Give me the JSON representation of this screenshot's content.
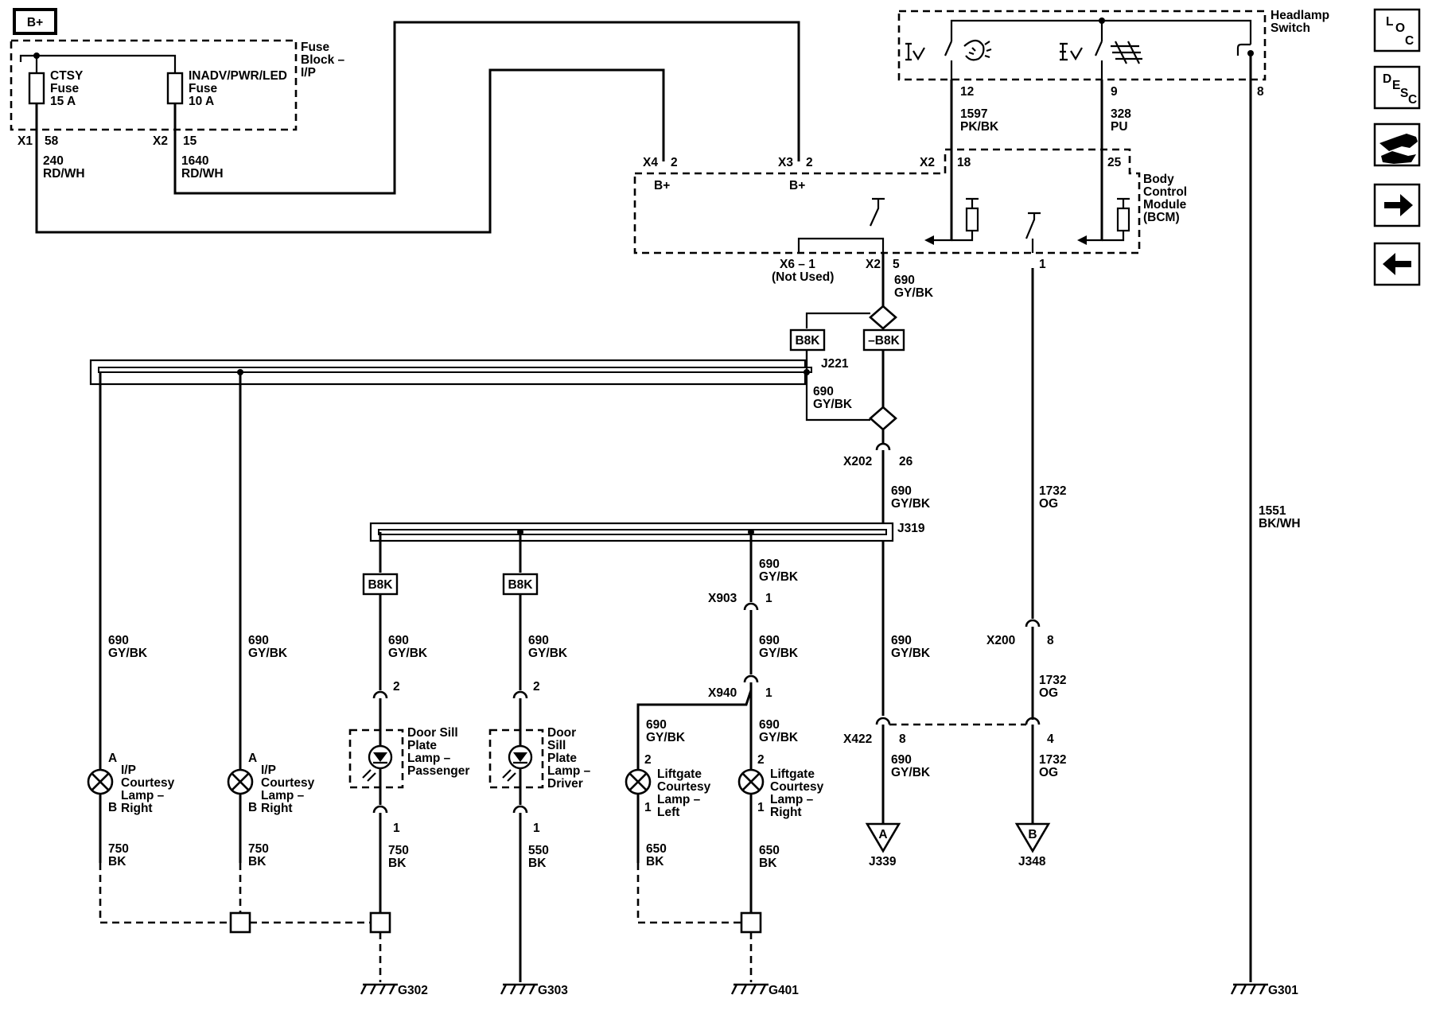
{
  "power": {
    "bplus": "B+"
  },
  "fuse_block": {
    "title": [
      "Fuse",
      "Block –",
      "I/P"
    ],
    "ctsy": [
      "CTSY",
      "Fuse",
      "15 A"
    ],
    "inadv": [
      "INADV/PWR/LED",
      "Fuse",
      "10 A"
    ],
    "x1": "X1",
    "x1_pin": "58",
    "x2": "X2",
    "x2_pin": "15"
  },
  "wires": {
    "w240": [
      "240",
      "RD/WH"
    ],
    "w1640": [
      "1640",
      "RD/WH"
    ],
    "w1597": [
      "1597",
      "PK/BK"
    ],
    "w328": [
      "328",
      "PU"
    ],
    "w1551": [
      "1551",
      "BK/WH"
    ],
    "w690": [
      "690",
      "GY/BK"
    ],
    "w1732": [
      "1732",
      "OG"
    ],
    "w750": [
      "750",
      "BK"
    ],
    "w550": [
      "550",
      "BK"
    ],
    "w650": [
      "650",
      "BK"
    ]
  },
  "headlamp_switch": {
    "title": [
      "Headlamp",
      "Switch"
    ],
    "pin12": "12",
    "pin9": "9",
    "pin8": "8"
  },
  "bcm": {
    "title": [
      "Body",
      "Control",
      "Module",
      "(BCM)"
    ],
    "x4": "X4",
    "x4_pin": "2",
    "x3": "X3",
    "x3_pin": "2",
    "bplus": "B+",
    "x2": "X2",
    "pin18": "18",
    "pin25": "25",
    "x6": "X6 – 1",
    "not_used": "(Not Used)",
    "x2b": "X2",
    "pin5": "5",
    "pin1": "1"
  },
  "splices": {
    "b8k": "B8K",
    "neg_b8k": "–B8K",
    "j221": "J221",
    "j319": "J319"
  },
  "connectors": {
    "x202": "X202",
    "x202_pin": "26",
    "x903": "X903",
    "x903_pin": "1",
    "x940": "X940",
    "x940_pin": "1",
    "x200": "X200",
    "x200_pin": "8",
    "x422": "X422",
    "x422_pin8": "8",
    "x422_pin4": "4"
  },
  "lamps": {
    "ip_right_1": [
      "I/P",
      "Courtesy",
      "Lamp –",
      "Right"
    ],
    "ip_right_2": [
      "I/P",
      "Courtesy",
      "Lamp –",
      "Right"
    ],
    "door_pass": [
      "Door Sill",
      "Plate",
      "Lamp –",
      "Passenger"
    ],
    "door_drv": [
      "Door",
      "Sill",
      "Plate",
      "Lamp –",
      "Driver"
    ],
    "lift_left": [
      "Liftgate",
      "Courtesy",
      "Lamp –",
      "Left"
    ],
    "lift_right": [
      "Liftgate",
      "Courtesy",
      "Lamp –",
      "Right"
    ],
    "pin_a": "A",
    "pin_b": "B",
    "pin_1": "1",
    "pin_2": "2"
  },
  "offpage": {
    "a": "A",
    "b": "B",
    "j339": "J339",
    "j348": "J348"
  },
  "grounds": {
    "g302": "G302",
    "g303": "G303",
    "g401": "G401",
    "g301": "G301"
  },
  "nav": {
    "loc": [
      "L",
      "O",
      "C"
    ],
    "desc": [
      "D",
      "E",
      "S",
      "C"
    ]
  }
}
